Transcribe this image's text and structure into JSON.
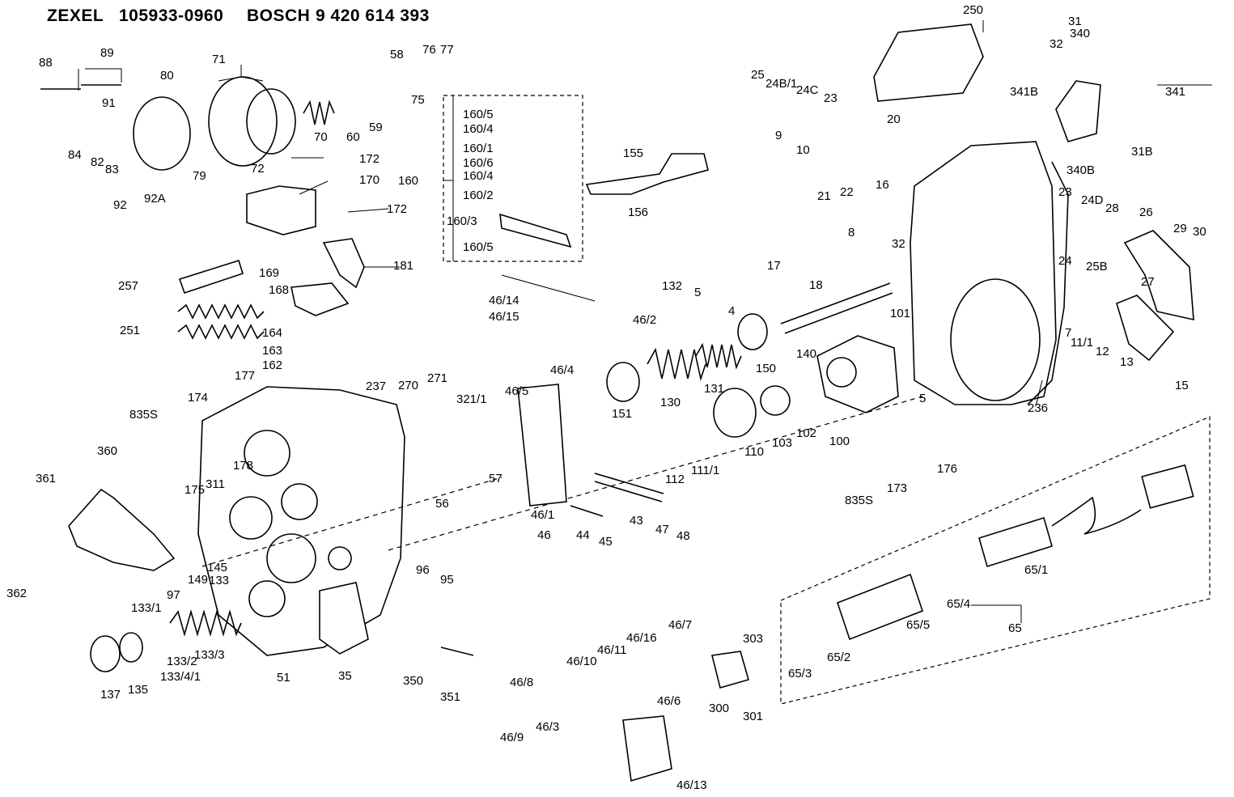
{
  "header": {
    "brand1": "ZEXEL",
    "number1": "105933-0960",
    "brand2": "BOSCH",
    "number2": "9 420 614 393"
  },
  "labels": [
    "88",
    "89",
    "91",
    "84",
    "82",
    "83",
    "92",
    "92A",
    "80",
    "71",
    "79",
    "72",
    "70",
    "60",
    "59",
    "58",
    "75",
    "76",
    "77",
    "160",
    "160/5",
    "160/4",
    "160/1",
    "160/6",
    "160/4",
    "160/2",
    "160/3",
    "160/5",
    "155",
    "156",
    "172",
    "170",
    "172",
    "181",
    "169",
    "168",
    "257",
    "251",
    "164",
    "163",
    "162",
    "250",
    "31",
    "32",
    "340",
    "341",
    "341B",
    "31B",
    "340B",
    "25",
    "24B/1",
    "24C",
    "23",
    "9",
    "10",
    "21",
    "22",
    "20",
    "16",
    "32",
    "17",
    "18",
    "8",
    "23",
    "24D",
    "28",
    "26",
    "24",
    "25B",
    "29",
    "30",
    "27",
    "132",
    "5",
    "4",
    "46/14",
    "46/15",
    "46/2",
    "46/4",
    "150",
    "140",
    "101",
    "7",
    "11/1",
    "12",
    "13",
    "15",
    "151",
    "130",
    "131",
    "5",
    "236",
    "177",
    "174",
    "835S",
    "178",
    "237",
    "270",
    "271",
    "321/1",
    "46/5",
    "360",
    "361",
    "311",
    "175",
    "57",
    "56",
    "112",
    "111/1",
    "110",
    "103",
    "102",
    "100",
    "176",
    "173",
    "835S",
    "362",
    "97",
    "149",
    "145",
    "133",
    "133/1",
    "133/2",
    "133/3",
    "133/4/1",
    "137",
    "135",
    "96",
    "95",
    "46/1",
    "46",
    "44",
    "45",
    "43",
    "47",
    "48",
    "65/1",
    "65/4",
    "65/5",
    "65",
    "65/3",
    "65/2",
    "350",
    "351",
    "51",
    "35",
    "46/7",
    "46/16",
    "46/11",
    "46/10",
    "46/8",
    "46/9",
    "46/3",
    "46/6",
    "303",
    "300",
    "301",
    "46/13"
  ]
}
